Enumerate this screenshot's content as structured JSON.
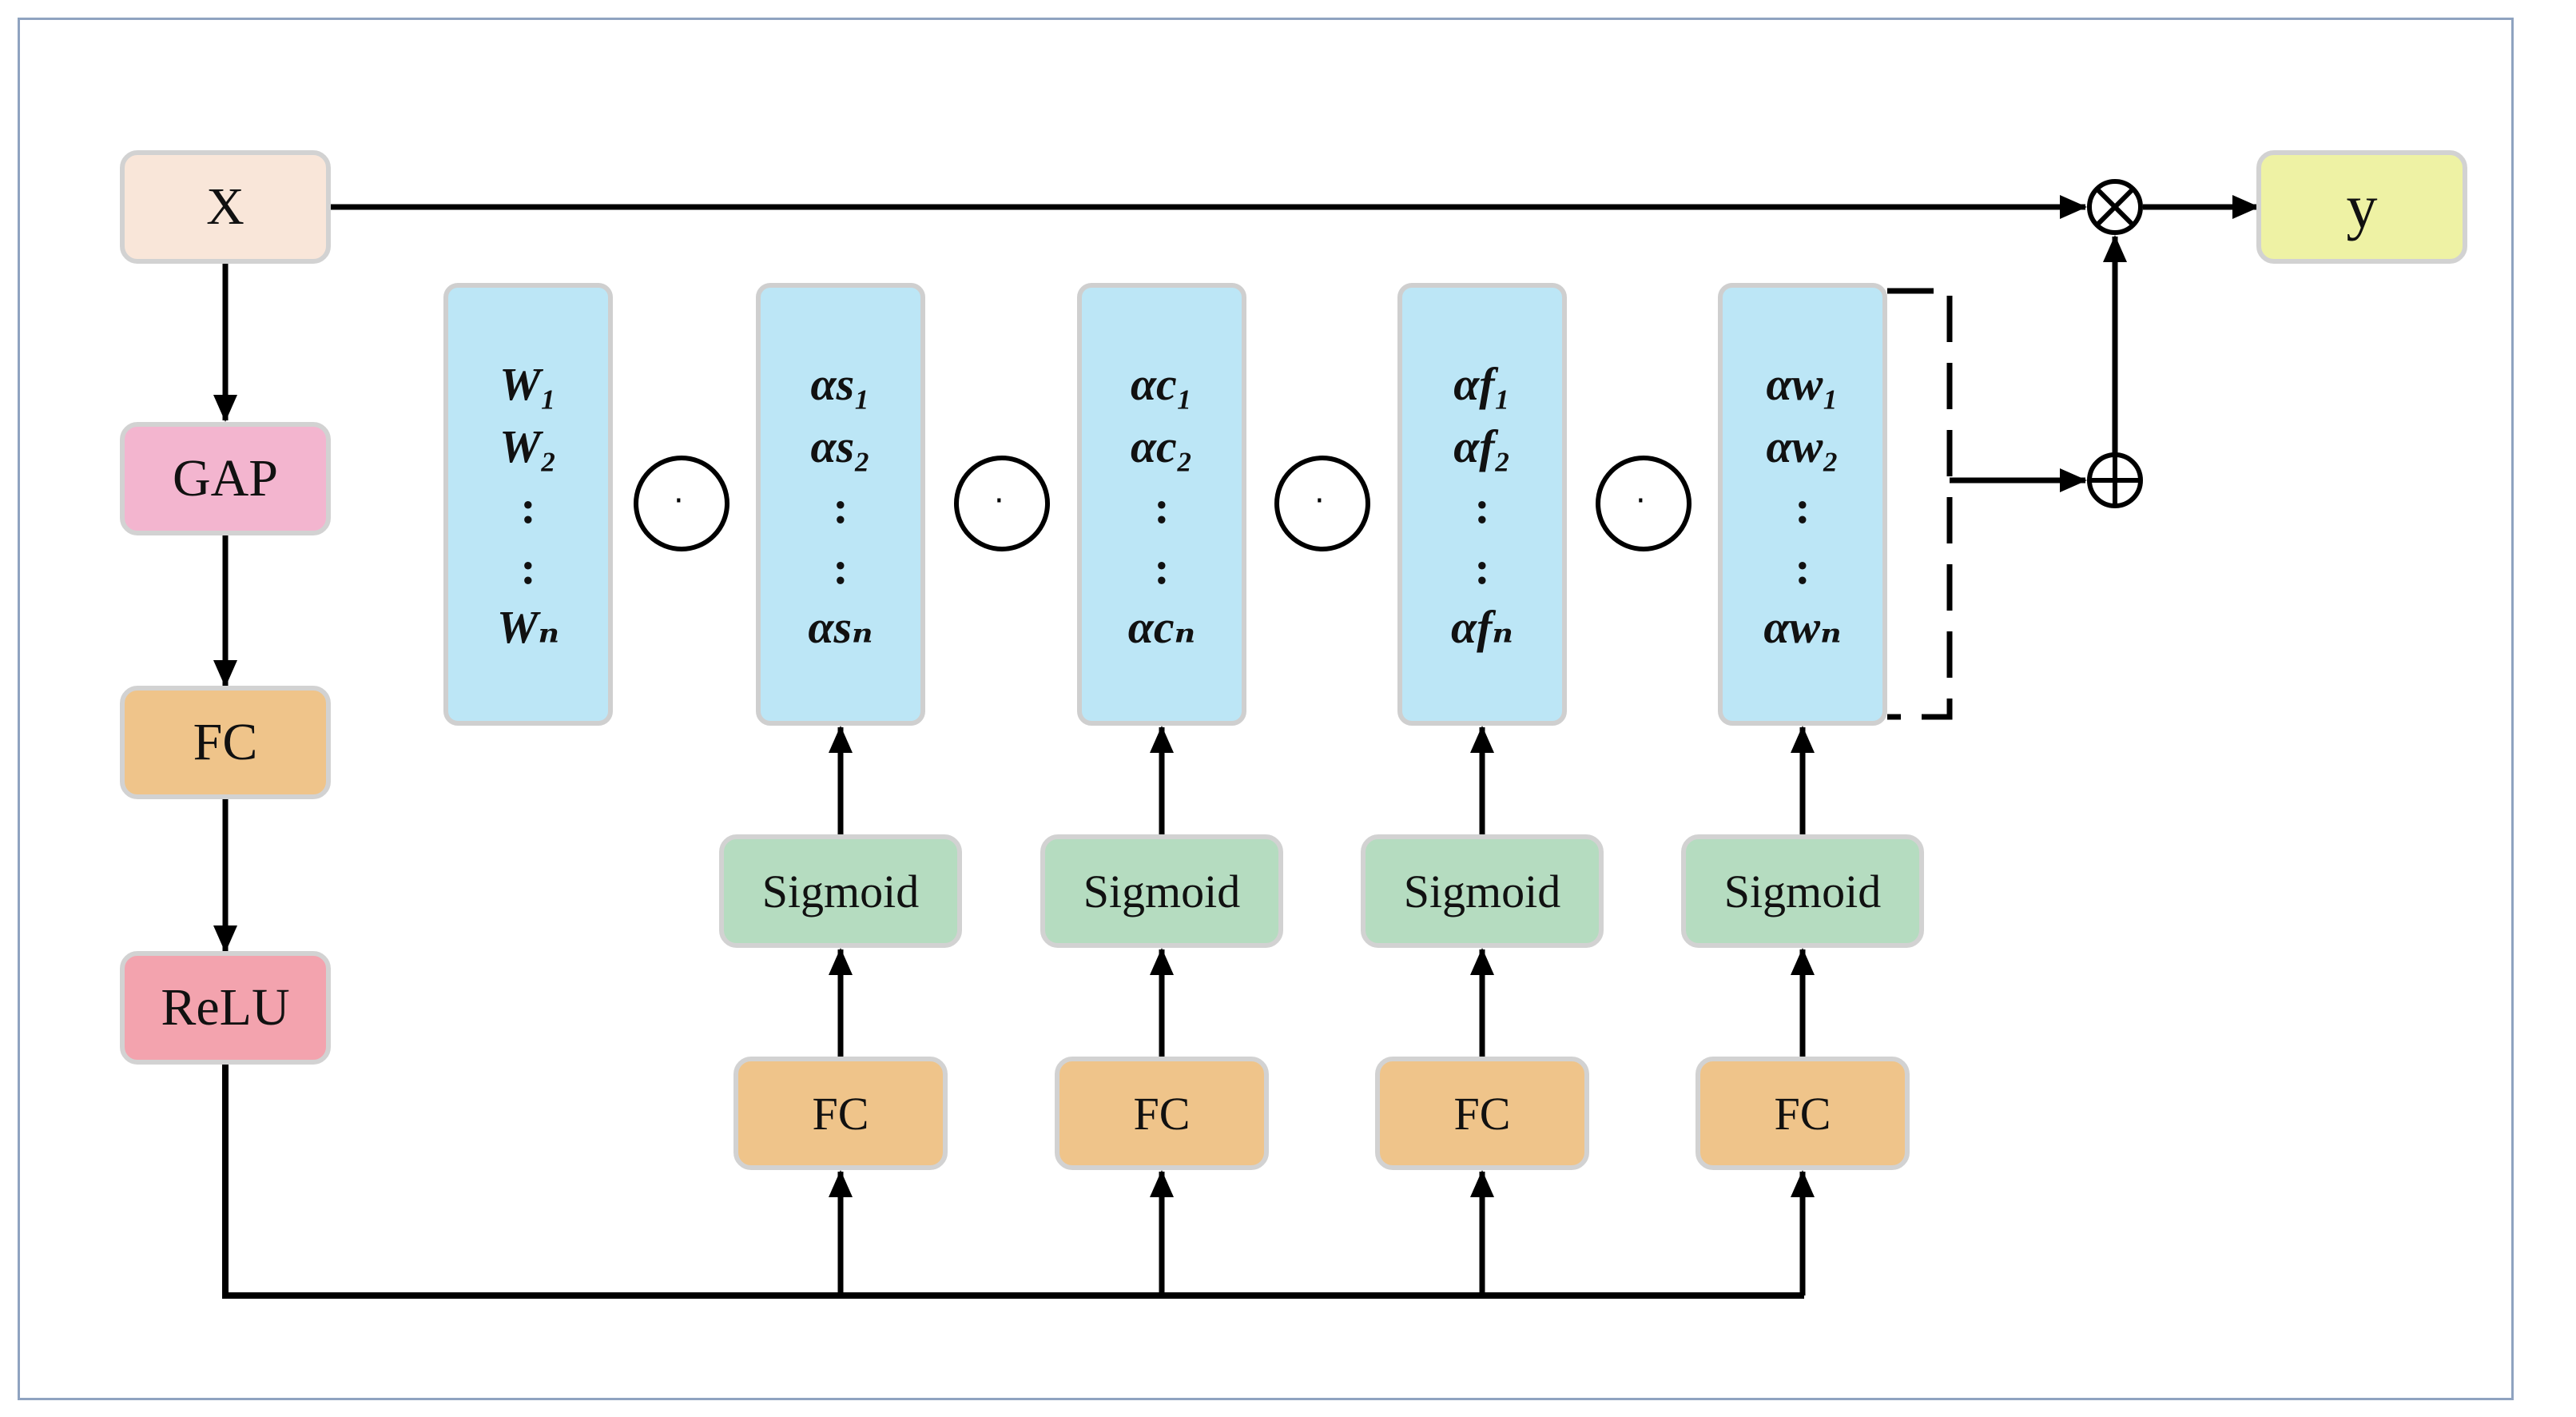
{
  "nodes": {
    "x": {
      "label": "X",
      "color": "#f9e6d9"
    },
    "y": {
      "label": "y",
      "color": "#eef2a4"
    },
    "gap": {
      "label": "GAP",
      "color": "#f3b5cf"
    },
    "fc_main": {
      "label": "FC",
      "color": "#efc48a"
    },
    "relu": {
      "label": "ReLU",
      "color": "#f3a3ae"
    }
  },
  "branches": [
    {
      "sigmoid": "Sigmoid",
      "fc": "FC",
      "items": [
        "αs₁",
        "αs₂",
        ":",
        ":",
        "αsₙ"
      ]
    },
    {
      "sigmoid": "Sigmoid",
      "fc": "FC",
      "items": [
        "αc₁",
        "αc₂",
        ":",
        ":",
        "αcₙ"
      ]
    },
    {
      "sigmoid": "Sigmoid",
      "fc": "FC",
      "items": [
        "αf₁",
        "αf₂",
        ":",
        ":",
        "αfₙ"
      ]
    },
    {
      "sigmoid": "Sigmoid",
      "fc": "FC",
      "items": [
        "αw₁",
        "αw₂",
        ":",
        ":",
        "αwₙ"
      ]
    }
  ],
  "weights": {
    "items": [
      "W₁",
      "W₂",
      ":",
      ":",
      "Wₙ"
    ]
  },
  "operators": {
    "dot": "·",
    "multiply": "⊗",
    "add": "⊕"
  },
  "colors": {
    "vector": "#bce6f6",
    "sigmoid": "#b5dcc0",
    "fc": "#efc48a",
    "line": "#000000"
  }
}
